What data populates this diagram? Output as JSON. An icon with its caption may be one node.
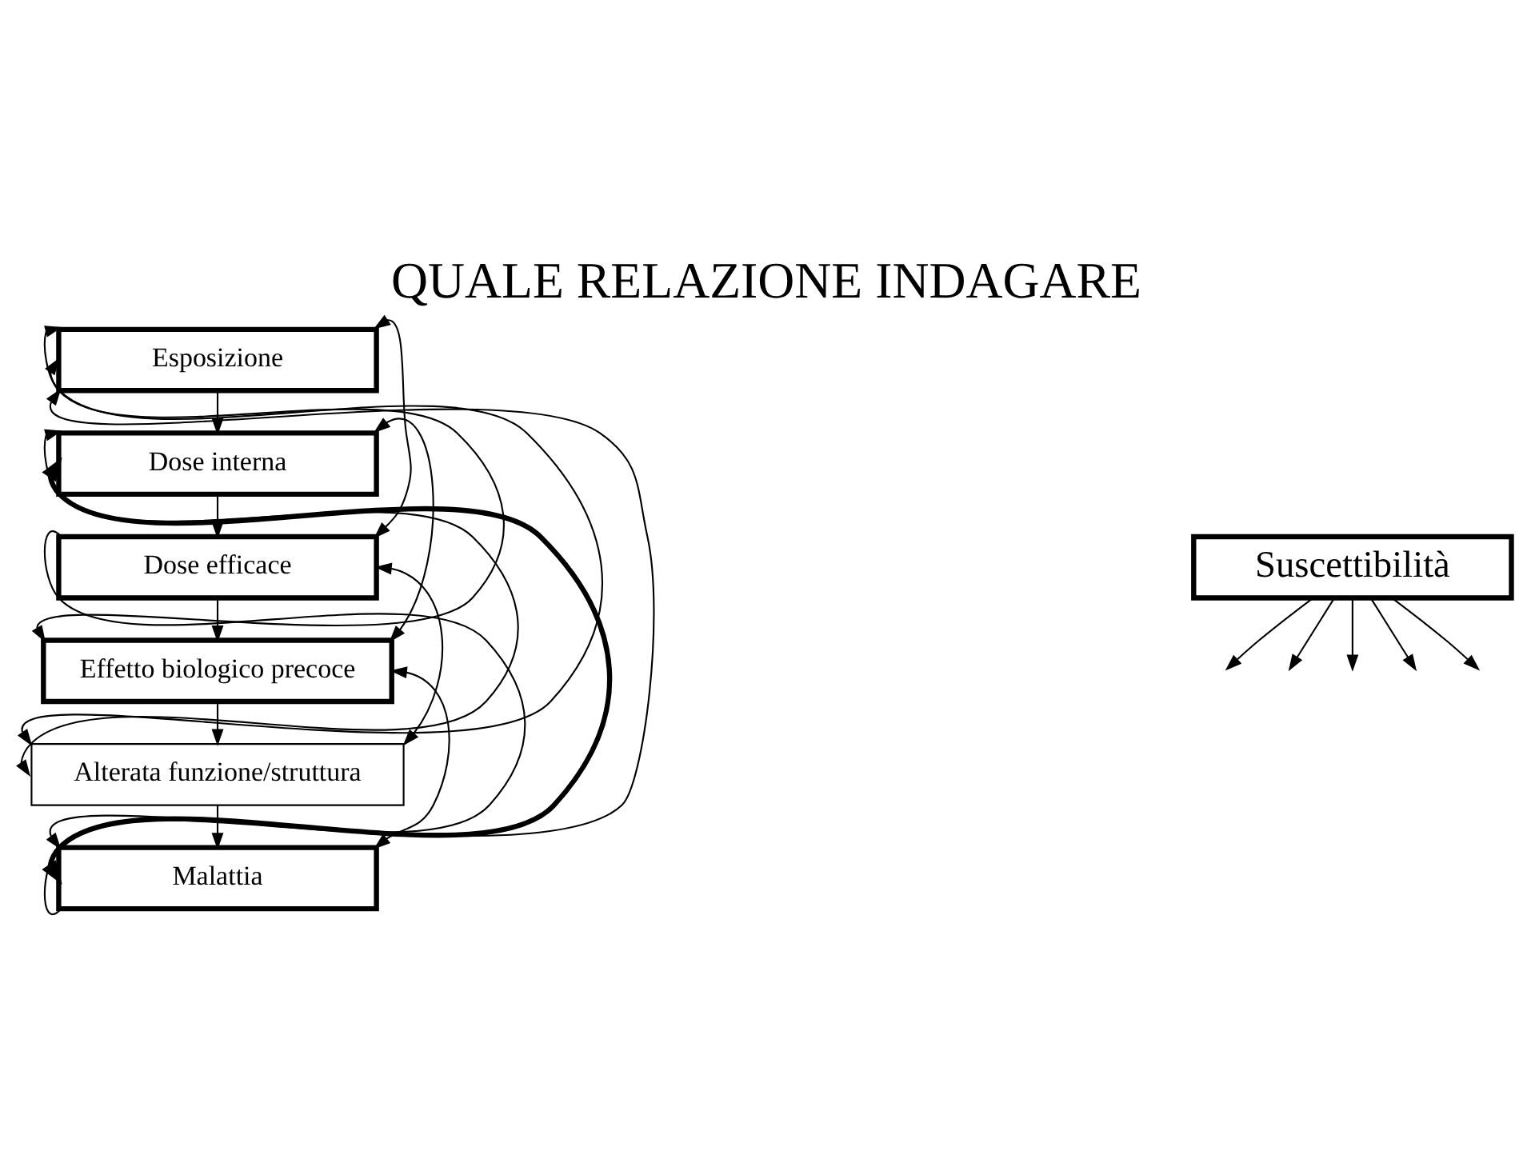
{
  "diagram": {
    "title": "QUALE RELAZIONE INDAGARE",
    "nodes": [
      {
        "text": [
          "Esposizione"
        ]
      },
      {
        "text": [
          "Dose interna"
        ]
      },
      {
        "text": [
          "Dose efficace"
        ]
      },
      {
        "text": [
          "Effetto biologico precoce"
        ]
      },
      {
        "text": [
          "Alterata funzione/struttura"
        ]
      },
      {
        "text": [
          "Malattia"
        ]
      },
      {
        "text": [
          "Suscettibilità"
        ]
      }
    ],
    "edges": [
      {
        "from": 0,
        "to": 1,
        "arrow": "to"
      },
      {
        "from": 1,
        "to": 2,
        "arrow": "to"
      },
      {
        "from": 2,
        "to": 3,
        "arrow": "to"
      },
      {
        "from": 3,
        "to": 4,
        "arrow": "to"
      },
      {
        "from": 4,
        "to": 5,
        "arrow": "to"
      },
      {
        "from": 6,
        "to": null,
        "arrow": "to"
      },
      {
        "from": 6,
        "to": null,
        "arrow": "to"
      },
      {
        "from": 6,
        "to": null,
        "arrow": "to"
      },
      {
        "from": 6,
        "to": null,
        "arrow": "to"
      },
      {
        "from": 6,
        "to": null,
        "arrow": "to"
      },
      {
        "from": 0,
        "to": 2,
        "arrow": "both"
      },
      {
        "from": 1,
        "to": 3,
        "arrow": "both"
      },
      {
        "from": 2,
        "to": 4,
        "arrow": "both"
      },
      {
        "from": 3,
        "to": 5,
        "arrow": "both"
      },
      {
        "from": 0,
        "to": 3,
        "arrow": "both"
      },
      {
        "from": 0,
        "to": 4,
        "arrow": "both"
      },
      {
        "from": 0,
        "to": 5,
        "arrow": "both"
      },
      {
        "from": 1,
        "to": 4,
        "arrow": "both"
      },
      {
        "from": 1,
        "to": 5,
        "arrow": "both",
        "style": "thick"
      },
      {
        "from": 2,
        "to": 5,
        "arrow": "none"
      }
    ]
  }
}
